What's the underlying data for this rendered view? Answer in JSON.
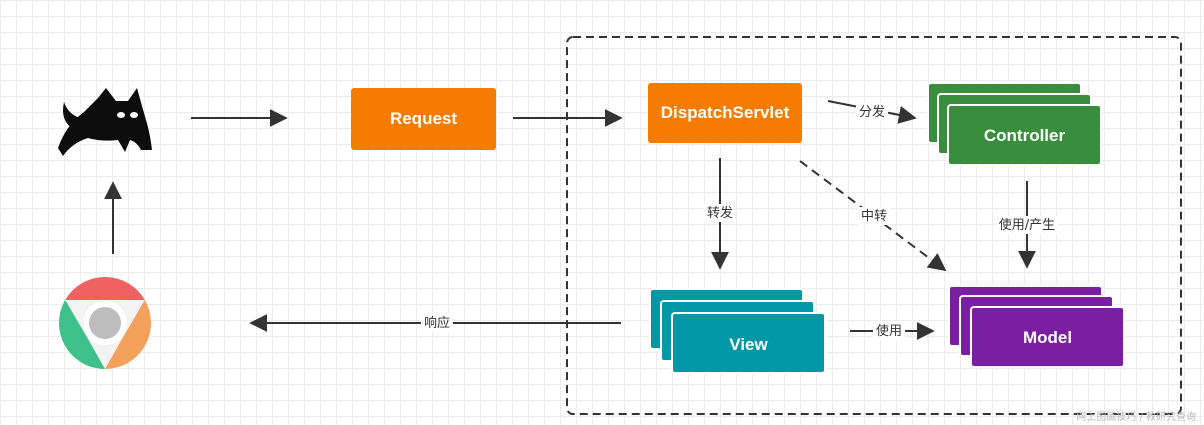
{
  "nodes": {
    "tomcat": {
      "icon": "tomcat-cat-icon"
    },
    "browser": {
      "icon": "chrome-browser-icon"
    },
    "request": {
      "label": "Request",
      "color": "#F57C00"
    },
    "dispatcher": {
      "label": "DispatchServlet",
      "color": "#F57C00"
    },
    "controller": {
      "label": "Controller",
      "color": "#388E3C"
    },
    "view": {
      "label": "View",
      "color": "#0097A7"
    },
    "model": {
      "label": "Model",
      "color": "#7B1FA2"
    }
  },
  "edges": {
    "dispatch_to_controller": "分发",
    "dispatch_to_view": "转发",
    "dispatch_to_model": "中转",
    "controller_to_model": "使用/产生",
    "view_to_model": "使用",
    "view_to_browser": "响应"
  },
  "watermark": "网上图画技巧 / 教研究查询"
}
